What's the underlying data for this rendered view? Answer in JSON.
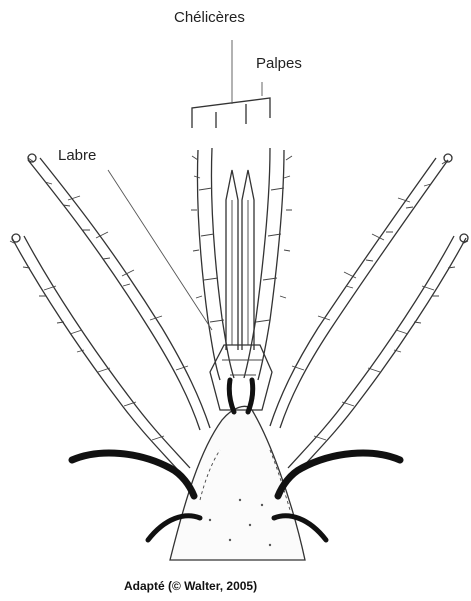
{
  "labels": {
    "chelicerae": "Chélicères",
    "palps": "Palpes",
    "labrum": "Labre"
  },
  "caption": "Adapté (© Walter, 2005)"
}
